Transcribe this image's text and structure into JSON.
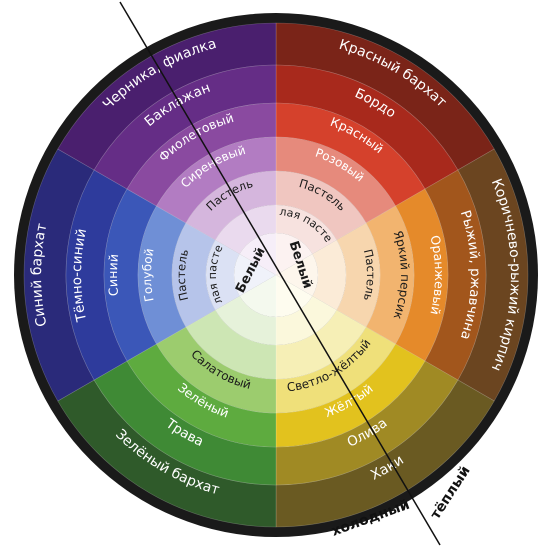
{
  "sectors": [
    {
      "name": "red",
      "rings": [
        {
          "label": "Красный бархат",
          "color": "#7a2418"
        },
        {
          "label": "Бордо",
          "color": "#a8291c"
        },
        {
          "label": "Красный",
          "color": "#d5412c"
        },
        {
          "label": "Розовый",
          "color": "#e68a7c"
        },
        {
          "label": "Пастель",
          "color": "#f0c6c0"
        },
        {
          "label": "Белая пастель",
          "color": "#f7e2df"
        },
        {
          "label": "",
          "color": "#fcf2f1"
        }
      ]
    },
    {
      "name": "orange",
      "rings": [
        {
          "label": "Коричнево-рыжий кирпич",
          "color": "#6b4520"
        },
        {
          "label": "Рыжий, ржавчина",
          "color": "#a2561c"
        },
        {
          "label": "Оранжевый",
          "color": "#e58a2a"
        },
        {
          "label": "Яркий персик",
          "color": "#f2b46f"
        },
        {
          "label": "Пастель",
          "color": "#f7d6ae"
        },
        {
          "label": "",
          "color": "#fbebd7"
        },
        {
          "label": "",
          "color": "#fdf6ec"
        }
      ]
    },
    {
      "name": "yellow",
      "rings": [
        {
          "label": "Хаки",
          "color": "#6a5a22"
        },
        {
          "label": "Олива",
          "color": "#a08a24"
        },
        {
          "label": "Жёлтый",
          "color": "#e2c21e"
        },
        {
          "label": "Светло-жёлтый",
          "color": "#efe07a"
        },
        {
          "label": "",
          "color": "#f6efb6"
        },
        {
          "label": "",
          "color": "#fbf8dc"
        },
        {
          "label": "",
          "color": "#fefcef"
        }
      ]
    },
    {
      "name": "green",
      "rings": [
        {
          "label": "Зелёный бархат",
          "color": "#2f5a2a"
        },
        {
          "label": "Трава",
          "color": "#3f8a35"
        },
        {
          "label": "Зелёный",
          "color": "#5eab3f"
        },
        {
          "label": "Салатовый",
          "color": "#9ccc6e"
        },
        {
          "label": "",
          "color": "#cde6b4"
        },
        {
          "label": "",
          "color": "#e6f2da"
        },
        {
          "label": "",
          "color": "#f4f9ee"
        }
      ]
    },
    {
      "name": "blue",
      "rings": [
        {
          "label": "Синий бархат",
          "color": "#2a2a7a"
        },
        {
          "label": "Тёмно-синий",
          "color": "#2e3b9c"
        },
        {
          "label": "Синий",
          "color": "#3b57b8"
        },
        {
          "label": "Голубой",
          "color": "#6f8fd6"
        },
        {
          "label": "Пастель",
          "color": "#b6c4ea"
        },
        {
          "label": "Белая пастель",
          "color": "#dbe1f4"
        },
        {
          "label": "",
          "color": "#f0f2fa"
        }
      ]
    },
    {
      "name": "violet",
      "rings": [
        {
          "label": "Черника, фиалка",
          "color": "#4a1f6e"
        },
        {
          "label": "Баклажан",
          "color": "#652d86"
        },
        {
          "label": "Фиолетовый",
          "color": "#8a4aa0"
        },
        {
          "label": "Сиреневый",
          "color": "#b27cc2"
        },
        {
          "label": "Пастель",
          "color": "#d5b6dd"
        },
        {
          "label": "",
          "color": "#eadaee"
        },
        {
          "label": "",
          "color": "#f6eef8"
        }
      ]
    }
  ],
  "center_labels": [
    "Белый",
    "Белый"
  ],
  "axis_labels": {
    "cold": "холодный",
    "warm": "тёплый"
  }
}
